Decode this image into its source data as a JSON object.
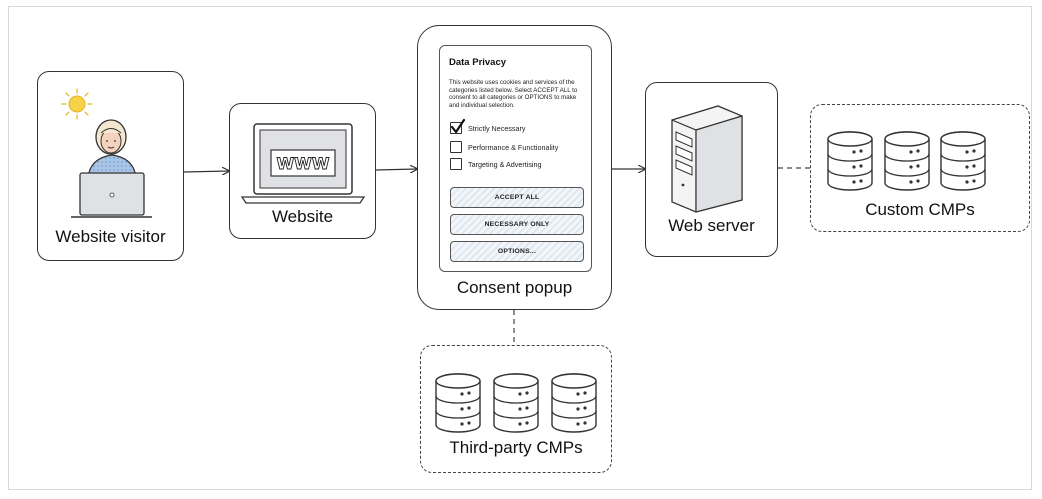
{
  "nodes": {
    "visitor": {
      "label": "Website visitor"
    },
    "website": {
      "label": "Website",
      "screen_text": "WWW"
    },
    "consent": {
      "label": "Consent popup"
    },
    "server": {
      "label": "Web server"
    },
    "custom": {
      "label": "Custom CMPs"
    },
    "thirdparty": {
      "label": "Third-party CMPs"
    }
  },
  "popup": {
    "title": "Data Privacy",
    "body_lines": [
      "This website uses cookies and services of the",
      "categories listed below. Select ACCEPT ALL to",
      "consent to all categories or OPTIONS to make",
      "and individual selection."
    ],
    "options": [
      {
        "label": "Strictly Necessary",
        "checked": true
      },
      {
        "label": "Performance & Functionality",
        "checked": false
      },
      {
        "label": "Targeting & Advertising",
        "checked": false
      }
    ],
    "buttons": [
      "ACCEPT ALL",
      "NECESSARY ONLY",
      "OPTIONS..."
    ]
  },
  "colors": {
    "accent_fill": "#dfe8f0",
    "sun": "#f5d24a",
    "shirt": "#a9c6e8",
    "skin": "#f3d2bf",
    "hair": "#f3e8cf"
  }
}
